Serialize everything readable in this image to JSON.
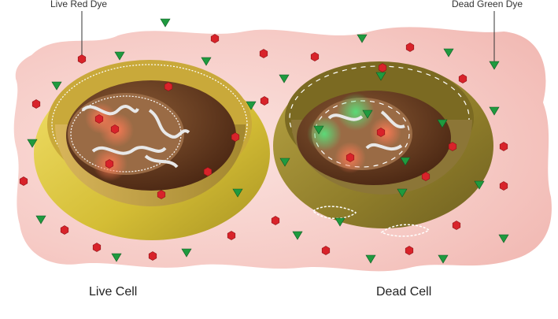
{
  "labels": {
    "live_dye": "Live Red Dye",
    "dead_dye": "Dead Green Dye",
    "live_cell": "Live Cell",
    "dead_cell": "Dead Cell"
  },
  "colors": {
    "background_fluid": "#f4c4bf",
    "red_dye": "#d8232a",
    "green_dye": "#1f9a3f",
    "live_membrane": "#d6c23a",
    "dead_membrane": "#8f7d2a",
    "cytoplasm": "#6a3b22",
    "nucleus": "#b39a74"
  }
}
